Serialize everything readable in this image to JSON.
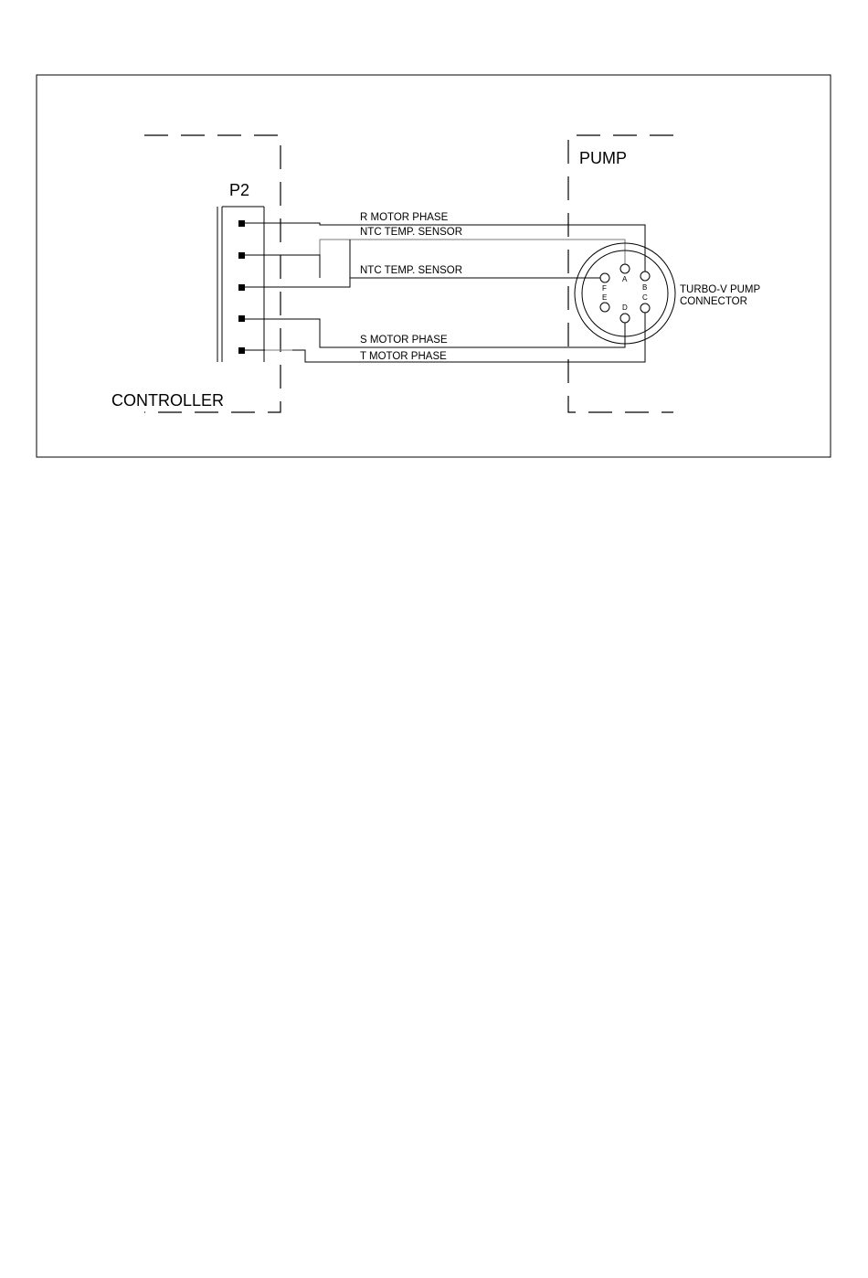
{
  "labels": {
    "p2": "P2",
    "pump": "PUMP",
    "controller": "CONTROLLER",
    "connector_line1": "TURBO-V PUMP",
    "connector_line2": "CONNECTOR"
  },
  "wires": {
    "r_motor_phase": "R MOTOR PHASE",
    "ntc_temp_sensor_1": "NTC TEMP. SENSOR",
    "ntc_temp_sensor_2": "NTC TEMP. SENSOR",
    "s_motor_phase": "S MOTOR PHASE",
    "t_motor_phase": "T MOTOR PHASE"
  },
  "pins": {
    "a": "A",
    "b": "B",
    "c": "C",
    "d": "D",
    "e": "E",
    "f": "F"
  },
  "colors": {
    "line": "#000000",
    "sensor_wire": "#7a7a7a",
    "background": "#ffffff"
  }
}
